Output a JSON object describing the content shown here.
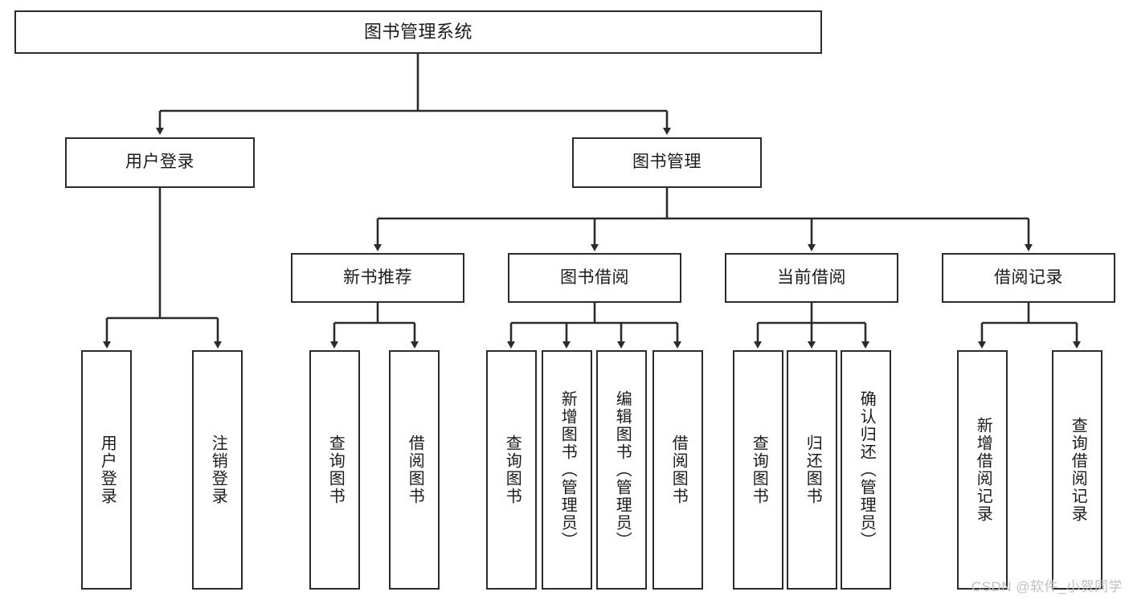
{
  "diagram": {
    "type": "tree-hierarchy",
    "title": "图书管理系统",
    "root": {
      "label": "图书管理系统"
    },
    "level2": [
      {
        "label": "用户登录"
      },
      {
        "label": "图书管理"
      }
    ],
    "level3": [
      {
        "label": "新书推荐"
      },
      {
        "label": "图书借阅"
      },
      {
        "label": "当前借阅"
      },
      {
        "label": "借阅记录"
      }
    ],
    "leaves": {
      "user_login": [
        {
          "label": "用户登录"
        },
        {
          "label": "注销登录"
        }
      ],
      "new_book_recommend": [
        {
          "label": "查询图书"
        },
        {
          "label": "借阅图书"
        }
      ],
      "book_borrow": [
        {
          "label": "查询图书"
        },
        {
          "label": "新增图书（管理员）"
        },
        {
          "label": "编辑图书（管理员）"
        },
        {
          "label": "借阅图书"
        }
      ],
      "current_borrow": [
        {
          "label": "查询图书"
        },
        {
          "label": "归还图书"
        },
        {
          "label": "确认归还（管理员）"
        }
      ],
      "borrow_record": [
        {
          "label": "新增借阅记录"
        },
        {
          "label": "查询借阅记录"
        }
      ]
    }
  },
  "watermark": {
    "text": "CSDN @软件_小贺同学"
  },
  "colors": {
    "stroke": "#2b2b2b",
    "text": "#1b1b1b",
    "background": "#ffffff",
    "watermark": "#bfbfbf"
  }
}
